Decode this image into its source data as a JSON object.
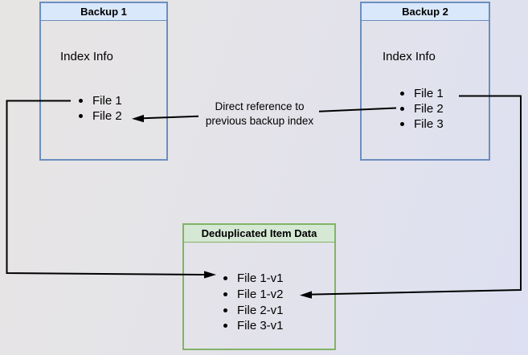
{
  "backup1": {
    "title": "Backup 1",
    "index_label": "Index Info",
    "files": [
      "File 1",
      "File 2"
    ]
  },
  "backup2": {
    "title": "Backup 2",
    "index_label": "Index Info",
    "files": [
      "File 1",
      "File 2",
      "File 3"
    ]
  },
  "dedup": {
    "title": "Deduplicated Item Data",
    "items": [
      "File 1-v1",
      "File 1-v2",
      "File 2-v1",
      "File 3-v1"
    ]
  },
  "edge_label": {
    "line1": "Direct reference to",
    "line2": "previous backup index"
  },
  "colors": {
    "blue_header_fill": "#dae8fc",
    "blue_border": "#6c8ebf",
    "green_header_fill": "#d5e8d4",
    "green_border": "#82b366",
    "arrow": "#000000",
    "text": "#000000"
  }
}
